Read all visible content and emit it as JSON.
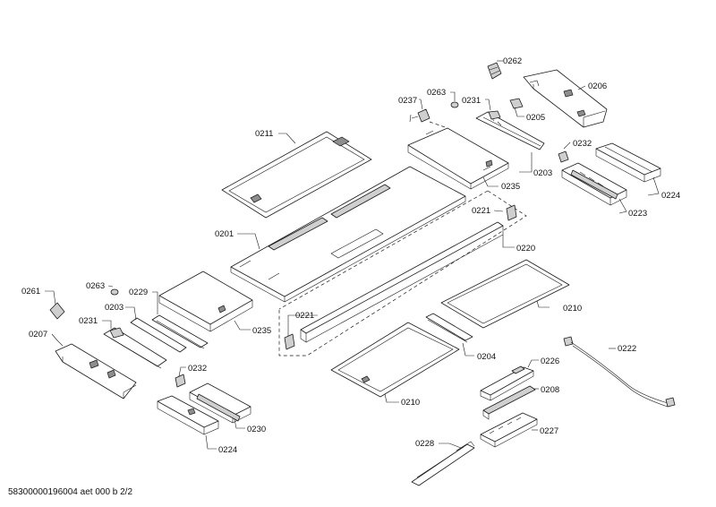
{
  "callouts": {
    "c0262": "0262",
    "c0206": "0206",
    "c0263_top": "0263",
    "c0237": "0237",
    "c0231_top": "0231",
    "c0205": "0205",
    "c0211": "0211",
    "c0232_top": "0232",
    "c0203_top": "0203",
    "c0224_top": "0224",
    "c0235_top": "0235",
    "c0223": "0223",
    "c0221_top": "0221",
    "c0201": "0201",
    "c0220": "0220",
    "c0261": "0261",
    "c0263_left": "0263",
    "c0229": "0229",
    "c0203_left": "0203",
    "c0210_right": "0210",
    "c0221_left": "0221",
    "c0231_left": "0231",
    "c0235_left": "0235",
    "c0207": "0207",
    "c0222": "0222",
    "c0204": "0204",
    "c0226": "0226",
    "c0232_left": "0232",
    "c0208": "0208",
    "c0210_bottom": "0210",
    "c0230": "0230",
    "c0227": "0227",
    "c0224_bottom": "0224",
    "c0228": "0228"
  },
  "footer": {
    "document_id": "58300000196004 aet 000 b 2/2"
  }
}
